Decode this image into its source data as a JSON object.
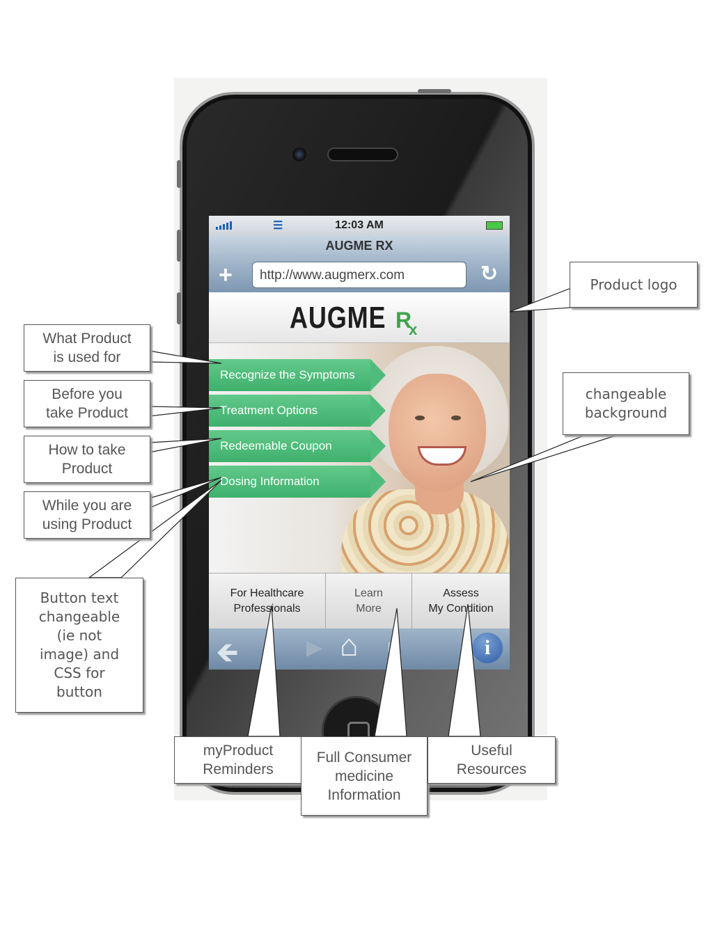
{
  "phone": {
    "status": {
      "time": "12:03 AM"
    },
    "browser": {
      "page_title": "AUGME RX",
      "url": "http://www.augmerx.com",
      "add_icon": "plus-icon",
      "reload_icon": "reload-icon"
    },
    "logo": {
      "word": "AUGME",
      "rx": "R",
      "rx_sub": "x"
    },
    "menu": [
      {
        "label": "Recognize the Symptoms"
      },
      {
        "label": "Treatment Options"
      },
      {
        "label": "Redeemable Coupon"
      },
      {
        "label": "Dosing Information"
      }
    ],
    "bottom_buttons": [
      {
        "label": "For Healthcare\nProfessionals"
      },
      {
        "label": "Learn\nMore"
      },
      {
        "label": "Assess\nMy Condition"
      }
    ],
    "toolbar": {
      "icons": [
        "back-arrow-icon",
        "forward-arrow-icon",
        "home-icon",
        "bookmarks-icon",
        "info-icon"
      ],
      "info_glyph": "i"
    },
    "colors": {
      "menu_green": "#4fbc7b",
      "logo_green": "#3fa34d",
      "toolbar_blue": "#7e97b1"
    }
  },
  "callouts": {
    "product_logo": "Product logo",
    "changeable_background": "changeable\nbackground",
    "what_product": "What Product\nis used for",
    "before_you": "Before you\ntake Product",
    "how_to_take": "How to take\nProduct",
    "while_using": "While you are\nusing Product",
    "button_text": "Button text\nchangeable\n(ie not\nimage) and\nCSS for\nbutton",
    "myproduct": "myProduct\nReminders",
    "full_consumer": "Full Consumer\nmedicine\nInformation",
    "useful": "Useful\nResources"
  }
}
